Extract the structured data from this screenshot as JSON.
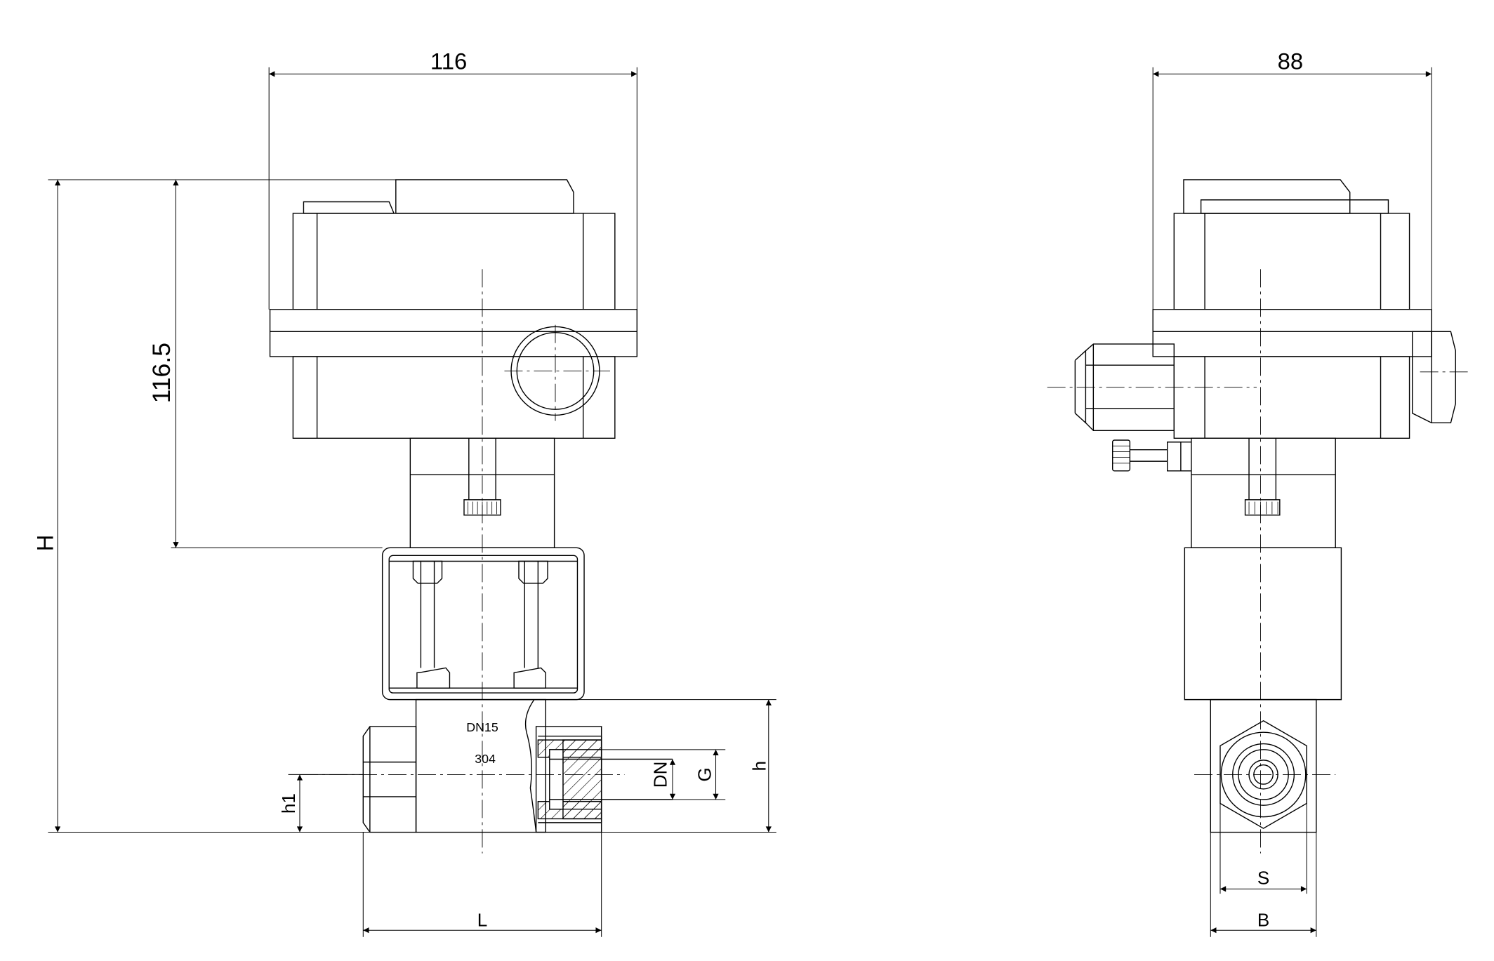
{
  "front_view": {
    "width_dim": "116",
    "height_dim_actuator": "116.5",
    "height_dim_total": "H",
    "body_size_label": "DN15",
    "material_label": "304",
    "bore_dim": "DN",
    "thread_dim": "G",
    "body_height_dim": "h",
    "center_height_dim": "h1",
    "length_dim": "L"
  },
  "side_view": {
    "width_dim": "88",
    "hex_dim": "S",
    "body_width_dim": "B"
  },
  "colors": {
    "line": "#000000",
    "background": "#ffffff"
  }
}
